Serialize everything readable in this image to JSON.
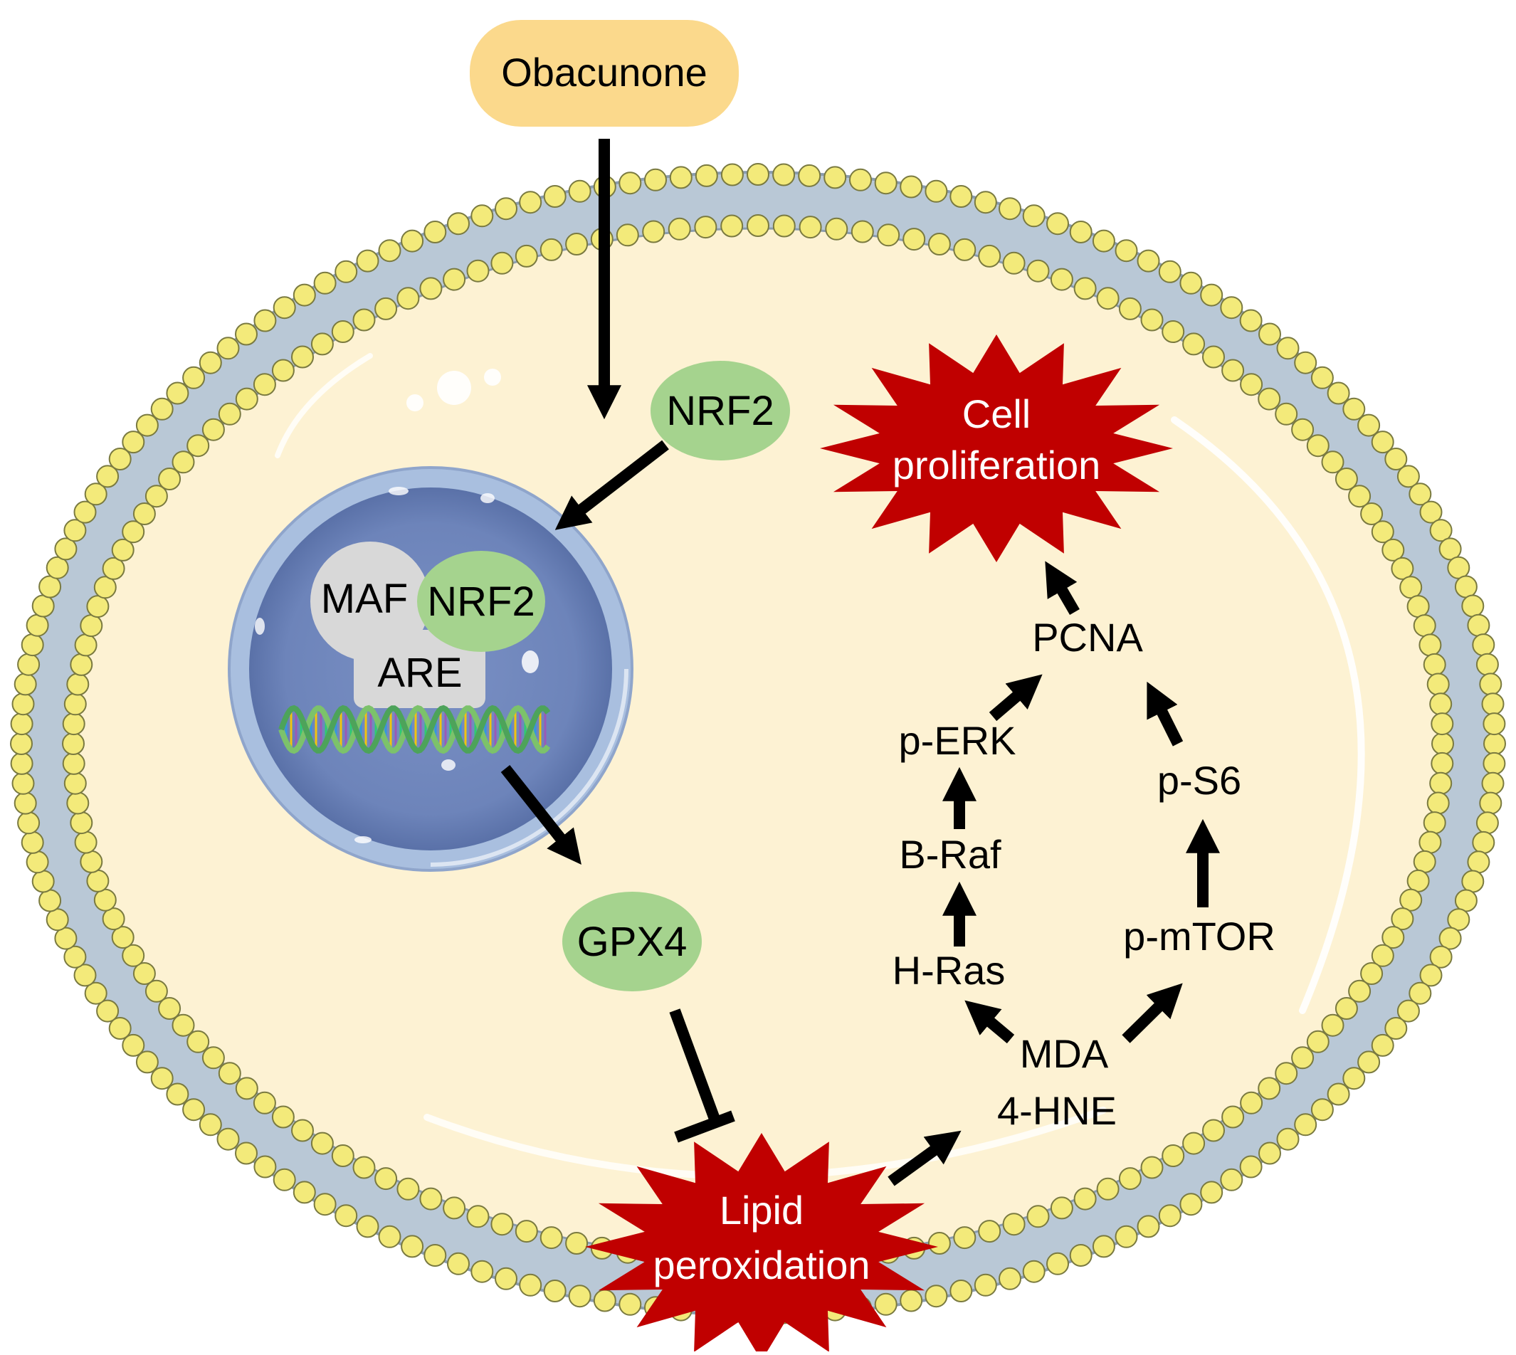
{
  "nodes": {
    "obacunone": "Obacunone",
    "nrf2_cytoplasm": "NRF2",
    "maf": "MAF",
    "nrf2_nucleus": "NRF2",
    "are": "ARE",
    "gpx4": "GPX4",
    "lipid_peroxidation": [
      "Lipid",
      "peroxidation"
    ],
    "cell_proliferation": [
      "Cell",
      "proliferation"
    ],
    "mda": "MDA",
    "hne": "4-HNE",
    "h_ras": "H-Ras",
    "b_raf": "B-Raf",
    "p_erk": "p-ERK",
    "p_mtor": "p-mTOR",
    "p_s6": "p-S6",
    "pcna": "PCNA"
  },
  "colors": {
    "obacunone_fill": "#fbd98c",
    "nrf2_fill": "#a5d38e",
    "gpx4_fill": "#a5d38e",
    "star_fill": "#c00000",
    "cytoplasm_fill": "#fdf2d3",
    "membrane_head": "#f3ea7a",
    "membrane_band": "#b9c8d6",
    "nucleus_fill": "#7288be",
    "complex_fill": "#d8d8d8",
    "arrow": "#000000"
  }
}
